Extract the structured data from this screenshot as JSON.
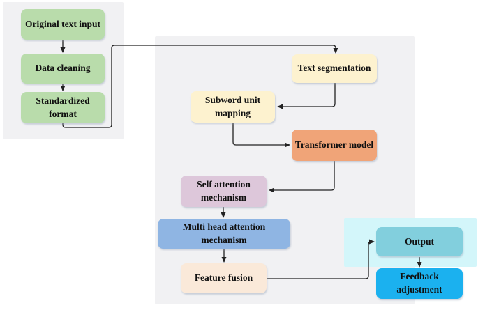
{
  "diagram": {
    "nodes": [
      {
        "id": "original-text-input",
        "label": "Original text input",
        "color": "#b9dcab"
      },
      {
        "id": "data-cleaning",
        "label": "Data cleaning",
        "color": "#b9dcab"
      },
      {
        "id": "standardized-format",
        "label": "Standardized format",
        "color": "#b9dcab"
      },
      {
        "id": "text-segmentation",
        "label": "Text segmentation",
        "color": "#fdf2cf"
      },
      {
        "id": "subword-unit-mapping",
        "label": "Subword unit mapping",
        "color": "#fdf2cf"
      },
      {
        "id": "transformer-model",
        "label": "Transformer model",
        "color": "#f0a478"
      },
      {
        "id": "self-attention-mechanism",
        "label": "Self attention mechanism",
        "color": "#ddc7da"
      },
      {
        "id": "multi-head-attention-mechanism",
        "label": "Multi head attention mechanism",
        "color": "#8fb5e3"
      },
      {
        "id": "feature-fusion",
        "label": "Feature fusion",
        "color": "#fae9d9"
      },
      {
        "id": "output",
        "label": "Output",
        "color": "#82cfdd"
      },
      {
        "id": "feedback-adjustment",
        "label": "Feedback adjustment",
        "color": "#1bb1ef"
      }
    ],
    "groups": [
      {
        "id": "preprocessing-panel",
        "color": "#f1f1f3"
      },
      {
        "id": "model-pipeline-panel",
        "color": "#f1f1f3"
      },
      {
        "id": "output-feedback-panel",
        "color": "#d3f6fa"
      }
    ],
    "edges": [
      {
        "from": "original-text-input",
        "to": "data-cleaning"
      },
      {
        "from": "data-cleaning",
        "to": "standardized-format"
      },
      {
        "from": "standardized-format",
        "to": "text-segmentation"
      },
      {
        "from": "text-segmentation",
        "to": "subword-unit-mapping"
      },
      {
        "from": "subword-unit-mapping",
        "to": "transformer-model"
      },
      {
        "from": "transformer-model",
        "to": "self-attention-mechanism"
      },
      {
        "from": "self-attention-mechanism",
        "to": "multi-head-attention-mechanism"
      },
      {
        "from": "multi-head-attention-mechanism",
        "to": "feature-fusion"
      },
      {
        "from": "feature-fusion",
        "to": "output"
      },
      {
        "from": "output",
        "to": "feedback-adjustment"
      }
    ],
    "connector_color": "#222222",
    "text_color": "#111111"
  }
}
